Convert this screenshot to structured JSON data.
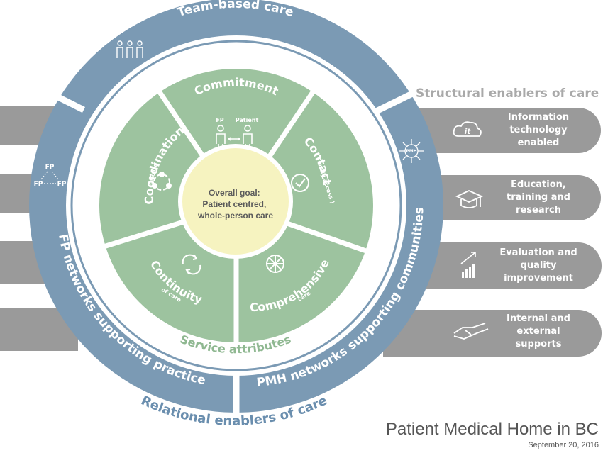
{
  "outer_ring": {
    "team_based_care": "Team-based care",
    "fp_networks": "FP networks supporting practice",
    "pmh_networks": "PMH networks supporting communities"
  },
  "labels": {
    "structural_enablers": "Structural enablers of care",
    "relational_enablers": "Relational enablers of care",
    "service_attributes": "Service attributes"
  },
  "center_goal": [
    "Overall goal:",
    "Patient centred,",
    "whole-person care"
  ],
  "segments": {
    "commitment": {
      "title": "Commitment",
      "fp": "FP",
      "patient": "Patient"
    },
    "contact": {
      "title": "Contact",
      "sub": "( Timely access )"
    },
    "comprehensive": {
      "title": "Comprehensive",
      "sub": "care"
    },
    "continuity": {
      "title": "Continuity",
      "sub": "of care"
    },
    "coordination": {
      "title": "Coordination",
      "sub": "of care"
    }
  },
  "fp_triangle": {
    "top": "FP",
    "left": "FP",
    "right": "FP"
  },
  "pmh_badge": "PMH",
  "it_badge": "it",
  "structural_items": [
    {
      "label": "Information technology enabled",
      "icon": "cloud-it-icon"
    },
    {
      "label": "Education, training and research",
      "icon": "graduation-cap-icon"
    },
    {
      "label": "Evaluation and quality improvement",
      "icon": "bar-chart-icon"
    },
    {
      "label": "Internal and external supports",
      "icon": "handshake-icon"
    }
  ],
  "footer": {
    "title": "Patient Medical Home in BC",
    "date": "September 20, 2016"
  },
  "colors": {
    "ring_blue": "#7b9ab4",
    "green": "#9dc39f",
    "gray_bar": "#9a9a9a",
    "center": "#f6f3c0"
  }
}
